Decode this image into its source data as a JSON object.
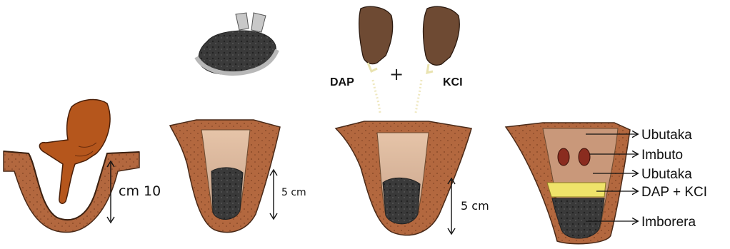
{
  "step1": {
    "depth_label": "cm 10"
  },
  "step2": {
    "depth_label": "5 cm"
  },
  "step3": {
    "fertilizer_a": "DAP",
    "plus": "+",
    "fertilizer_b": "KCI",
    "depth_label": "5 cm"
  },
  "step4": {
    "layers": [
      {
        "label": "Ubutaka"
      },
      {
        "label": "Imbuto"
      },
      {
        "label": "Ubutaka"
      },
      {
        "label": "DAP + KCI"
      },
      {
        "label": "Imborera"
      }
    ]
  },
  "colors": {
    "soil": "#b3683f",
    "soil_light": "#d89a6c",
    "hand_brown": "#b5561c",
    "hand_dark": "#6e4a33",
    "compost": "#3a3a3a",
    "seed": "#8a2c1f",
    "fertilizer": "#efe36a"
  }
}
